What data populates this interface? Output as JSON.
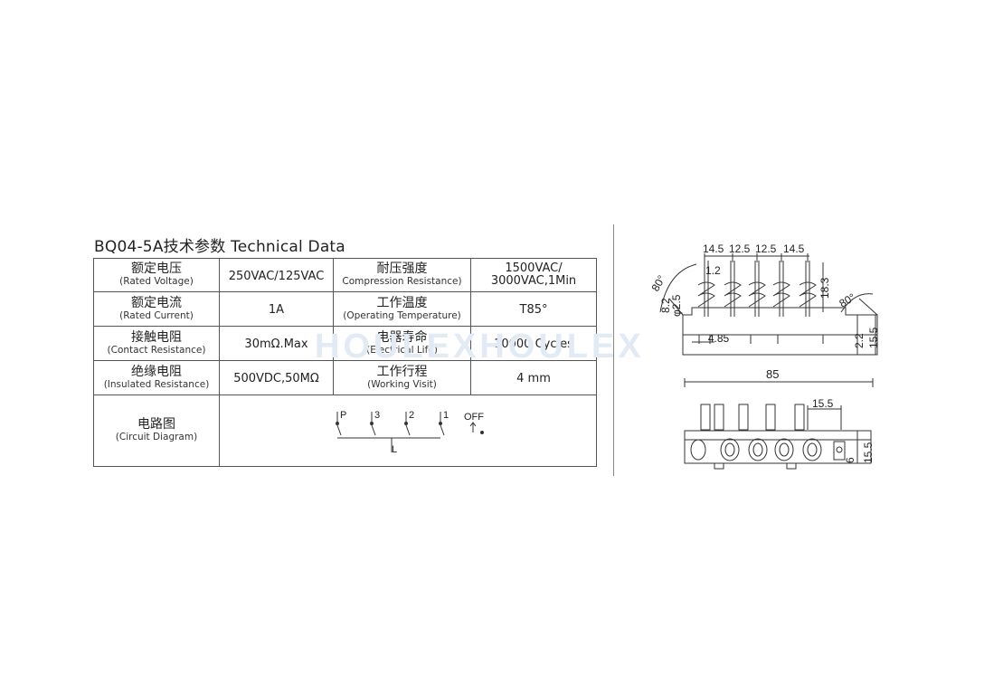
{
  "title": "BQ04-5A技术参数 Technical Data",
  "watermark": "HOULEXHOULEX",
  "table": {
    "rows": [
      {
        "label1_cn": "额定电压",
        "label1_en": "(Rated Voltage)",
        "value1": "250VAC/125VAC",
        "label2_cn": "耐压强度",
        "label2_en": "Compression Resistance)",
        "value2_a": "1500VAC/",
        "value2_b": "3000VAC,1Min"
      },
      {
        "label1_cn": "额定电流",
        "label1_en": "(Rated Current)",
        "value1": "1A",
        "label2_cn": "工作温度",
        "label2_en": "(Operating Temperature)",
        "value2": "T85°"
      },
      {
        "label1_cn": "接触电阻",
        "label1_en": "(Contact Resistance)",
        "value1": "30mΩ.Max",
        "label2_cn": "电器寿命",
        "label2_en": "(Electrical Life)",
        "value2": "10000 Cycles"
      },
      {
        "label1_cn": "绝缘电阻",
        "label1_en": "(Insulated Resistance)",
        "value1": "500VDC,50MΩ",
        "label2_cn": "工作行程",
        "label2_en": "(Working Visit)",
        "value2": "4 mm"
      }
    ],
    "circuit": {
      "label_cn": "电路图",
      "label_en": "(Circuit Diagram)",
      "switch_labels": [
        "P",
        "3",
        "2",
        "1"
      ],
      "off_label": "OFF",
      "common_label": "L"
    }
  },
  "side_view": {
    "top_dims": [
      "14.5",
      "12.5",
      "12.5",
      "14.5"
    ],
    "dim_1_2": "1.2",
    "dim_8_2": "8.2",
    "dim_phi": "φ2.5",
    "dim_18_3": "18.3",
    "dim_4_85": "4.85",
    "dim_2_2": "2.2",
    "dim_15_5": "15.5",
    "angle_left": "80°",
    "angle_right": "80°"
  },
  "top_view": {
    "dim_85": "85",
    "dim_15_5_top": "15.5",
    "dim_6": "6",
    "dim_15_5_right": "15.5"
  }
}
